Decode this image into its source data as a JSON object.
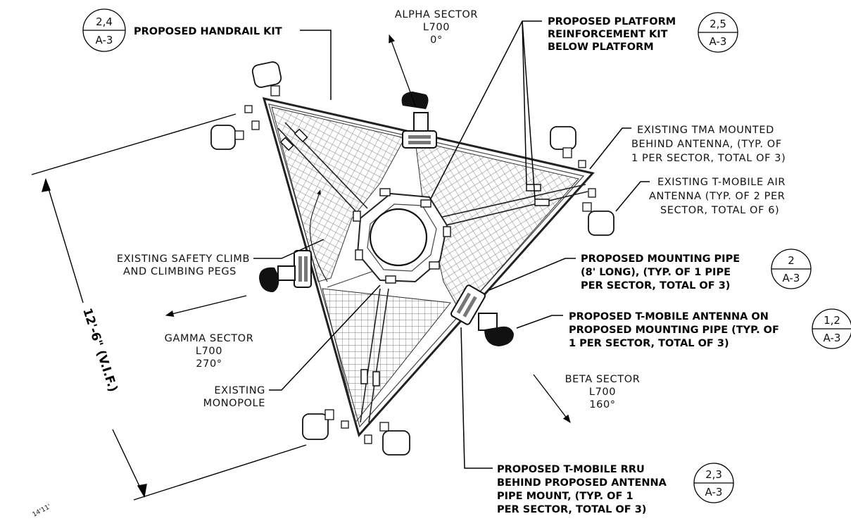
{
  "sectors": {
    "alpha": {
      "name": "ALPHA SECTOR",
      "band": "L700",
      "azimuth": "0°"
    },
    "beta": {
      "name": "BETA SECTOR",
      "band": "L700",
      "azimuth": "160°"
    },
    "gamma": {
      "name": "GAMMA SECTOR",
      "band": "L700",
      "azimuth": "270°"
    }
  },
  "callouts": {
    "handrail": {
      "lines": [
        "PROPOSED HANDRAIL KIT"
      ],
      "ref_top": "2,4",
      "ref_bottom": "A-3"
    },
    "platform_kit": {
      "lines": [
        "PROPOSED PLATFORM",
        "REINFORCEMENT KIT",
        "BELOW PLATFORM"
      ],
      "ref_top": "2,5",
      "ref_bottom": "A-3"
    },
    "tma": {
      "lines": [
        "EXISTING TMA MOUNTED",
        "BEHIND ANTENNA, (TYP. OF",
        "1 PER SECTOR, TOTAL OF 3)"
      ]
    },
    "air_antenna": {
      "lines": [
        "EXISTING T-MOBILE AIR",
        "ANTENNA (TYP. OF 2 PER",
        "SECTOR, TOTAL OF 6)"
      ]
    },
    "safety_climb": {
      "lines": [
        "EXISTING SAFETY CLIMB",
        "AND CLIMBING PEGS"
      ]
    },
    "mounting_pipe": {
      "lines": [
        "PROPOSED MOUNTING PIPE",
        "(8' LONG), (TYP. OF 1 PIPE",
        "PER SECTOR, TOTAL OF 3)"
      ],
      "ref_top": "2",
      "ref_bottom": "A-3"
    },
    "new_antenna": {
      "lines": [
        "PROPOSED T-MOBILE ANTENNA ON",
        "PROPOSED MOUNTING PIPE (TYP. OF",
        "1 PER SECTOR, TOTAL OF 3)"
      ],
      "ref_top": "1,2",
      "ref_bottom": "A-3"
    },
    "monopole": {
      "lines": [
        "EXISTING",
        "MONOPOLE"
      ]
    },
    "rru": {
      "lines": [
        "PROPOSED T-MOBILE RRU",
        "BEHIND PROPOSED ANTENNA",
        "PIPE MOUNT, (TYP. OF 1",
        "PER SECTOR, TOTAL OF 3)"
      ],
      "ref_top": "2,3",
      "ref_bottom": "A-3"
    }
  },
  "dimension": {
    "text": "12'-6\" (V.I.F.)"
  },
  "corner_note": "14'11'"
}
